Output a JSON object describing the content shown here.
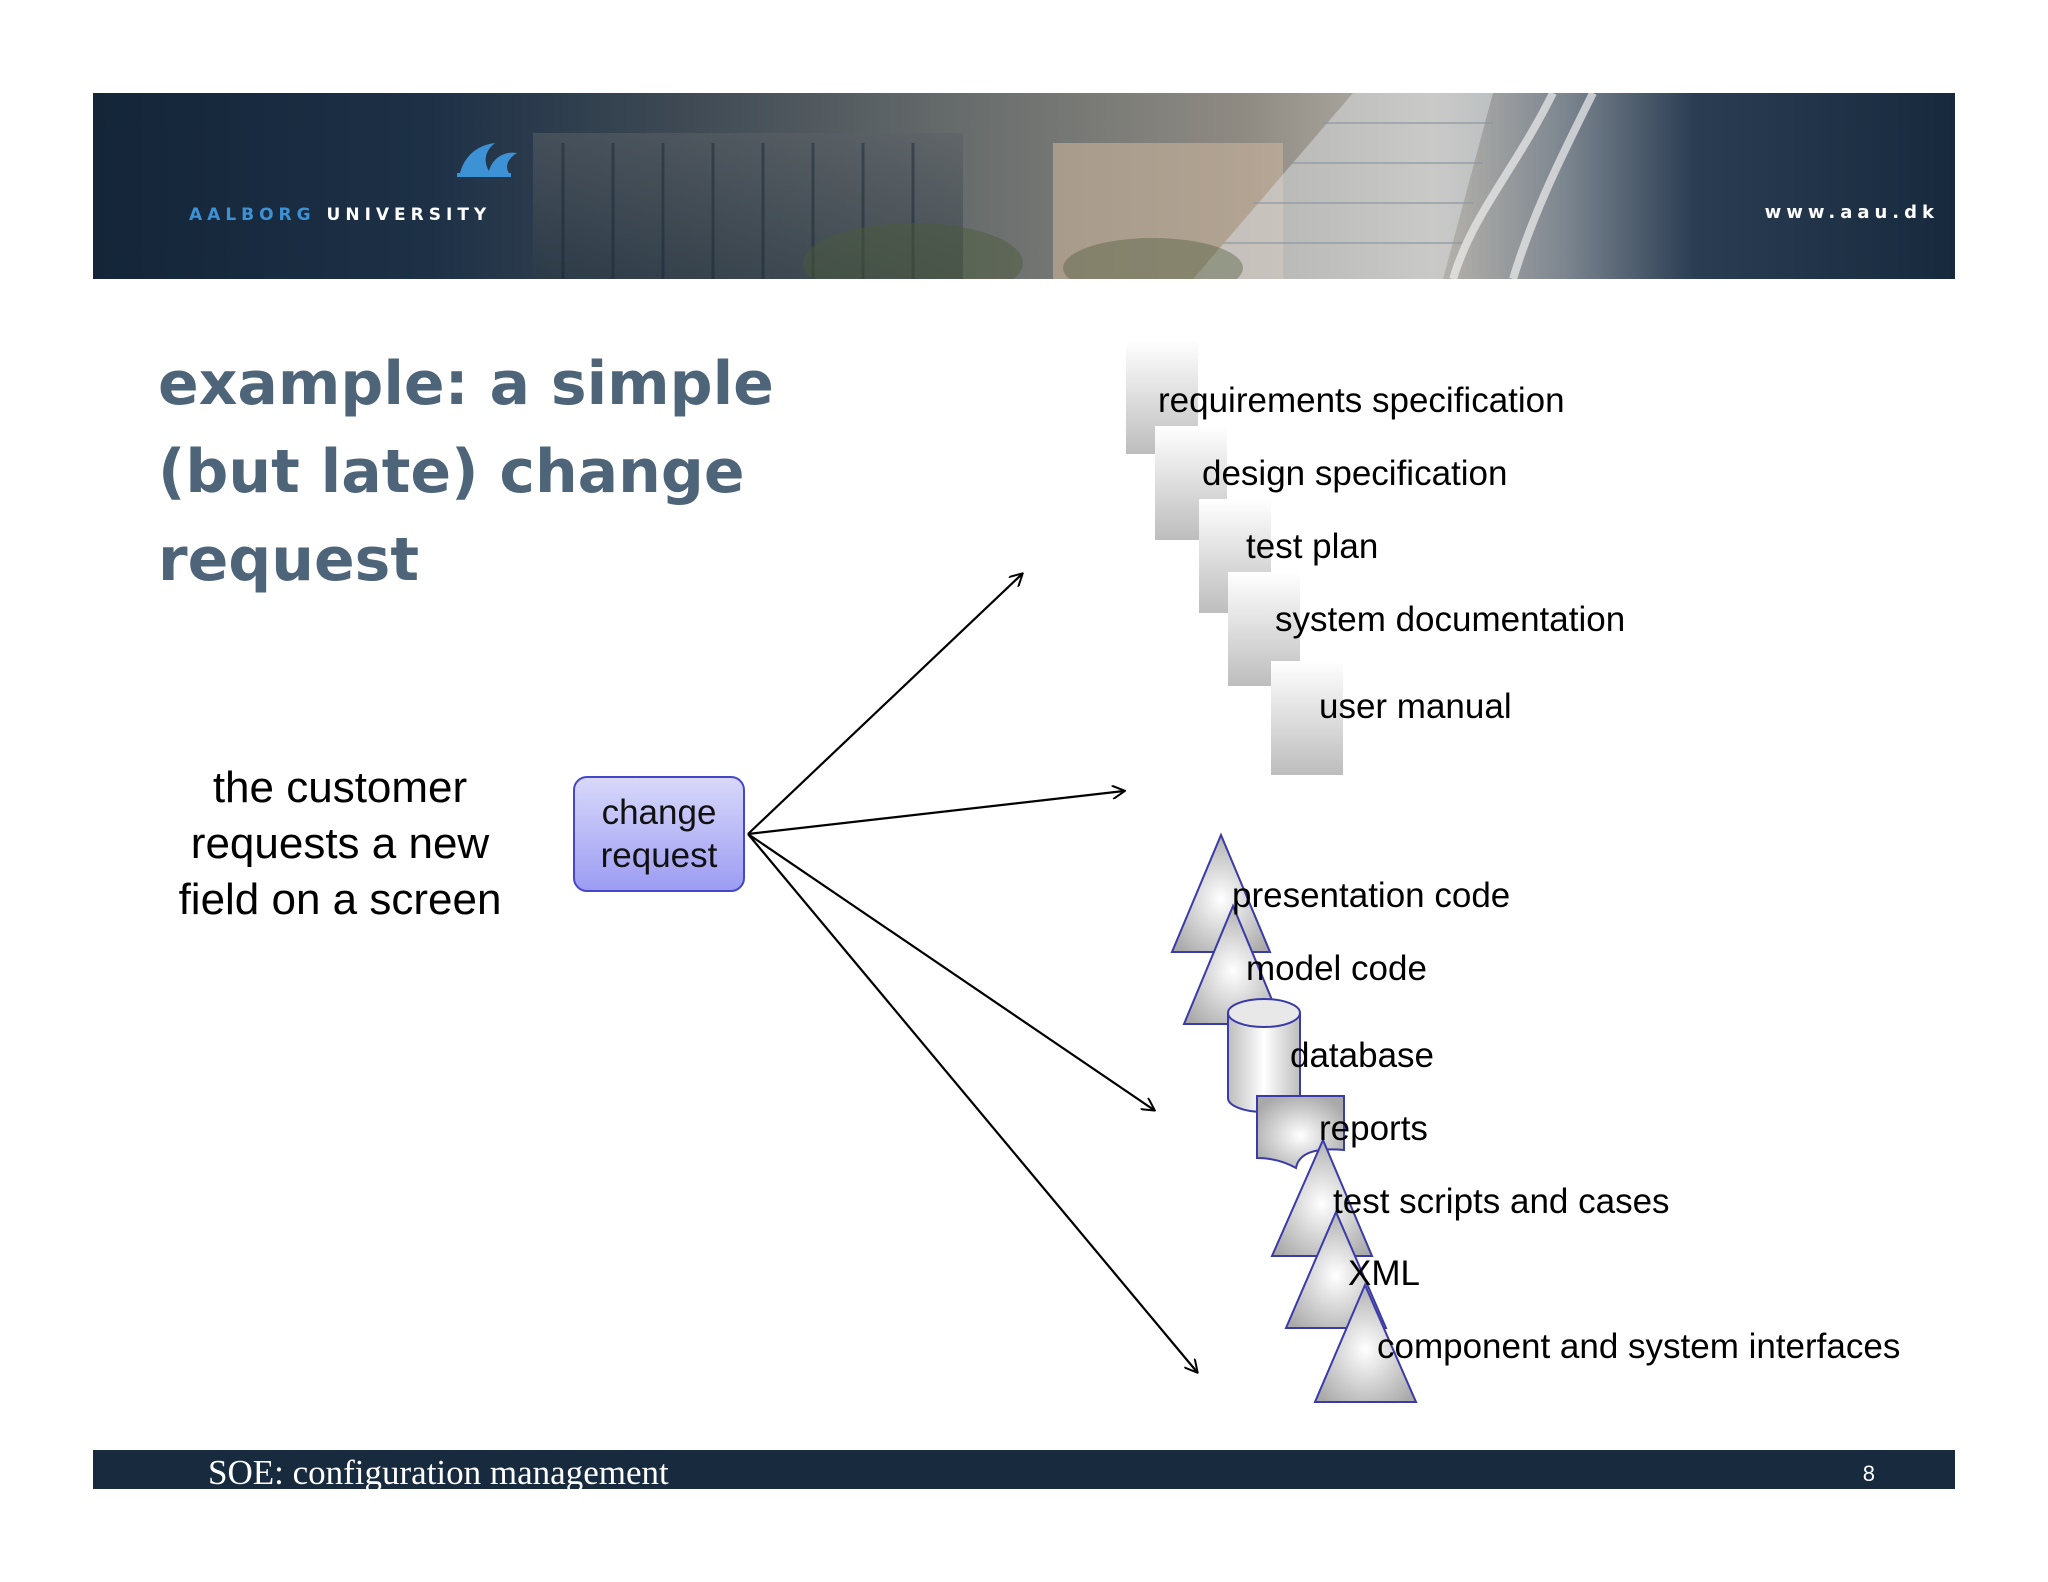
{
  "banner": {
    "logo_part1": "AALBORG",
    "logo_part2": "UNIVERSITY",
    "url": "www.aau.dk"
  },
  "title": "example: a simple\n(but late) change\nrequest",
  "description": "the customer\nrequests a new\nfield on a screen",
  "change_request_label": "change\nrequest",
  "documents": [
    "requirements specification",
    "design specification",
    "test plan",
    "system documentation",
    "user manual"
  ],
  "artifacts": [
    "presentation code",
    "model code",
    "database",
    "reports",
    "test scripts and cases",
    "XML",
    "component and system interfaces"
  ],
  "footer": {
    "text": "SOE: configuration management",
    "page_number": "8"
  },
  "colors": {
    "title": "#4d6479",
    "banner_navy": "#172a3e",
    "logo_blue": "#3d92d6",
    "node_fill": "#a3a3f5",
    "node_border": "#4646c8",
    "shape_outline": "#3a3aa8"
  }
}
